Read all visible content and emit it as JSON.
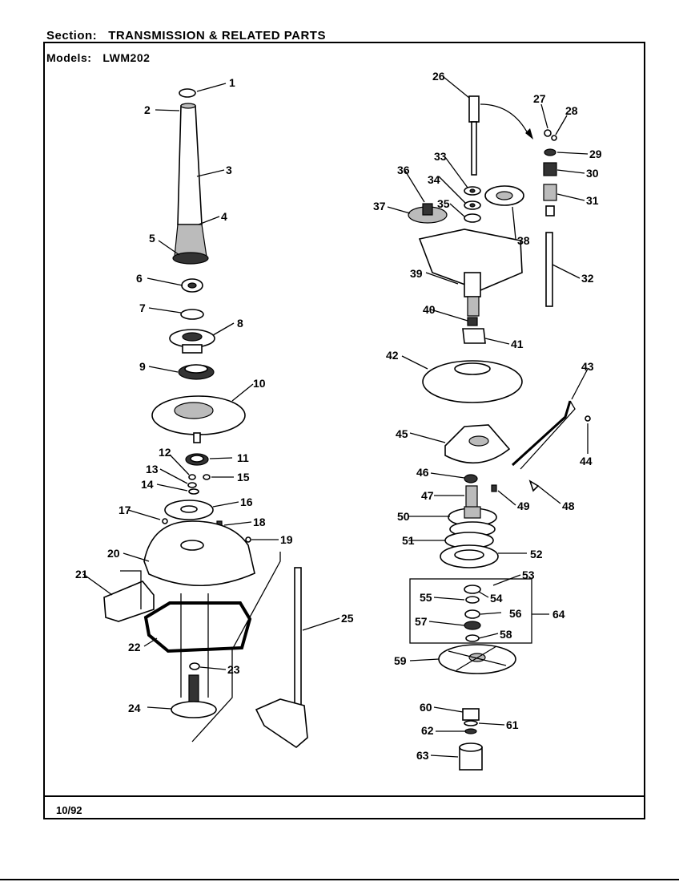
{
  "header": {
    "section_label": "Section:",
    "section_value": "TRANSMISSION & RELATED PARTS",
    "models_label": "Models:",
    "models_value": "LWM202"
  },
  "footer": {
    "date": "10/92"
  },
  "callouts": [
    "1",
    "2",
    "3",
    "4",
    "5",
    "6",
    "7",
    "8",
    "9",
    "10",
    "11",
    "12",
    "13",
    "14",
    "15",
    "16",
    "17",
    "18",
    "19",
    "20",
    "21",
    "22",
    "23",
    "24",
    "25",
    "26",
    "27",
    "28",
    "29",
    "30",
    "31",
    "32",
    "33",
    "34",
    "35",
    "36",
    "37",
    "38",
    "39",
    "40",
    "41",
    "42",
    "43",
    "44",
    "45",
    "46",
    "47",
    "48",
    "49",
    "50",
    "51",
    "52",
    "53",
    "54",
    "55",
    "56",
    "57",
    "58",
    "59",
    "60",
    "61",
    "62",
    "63",
    "64"
  ]
}
